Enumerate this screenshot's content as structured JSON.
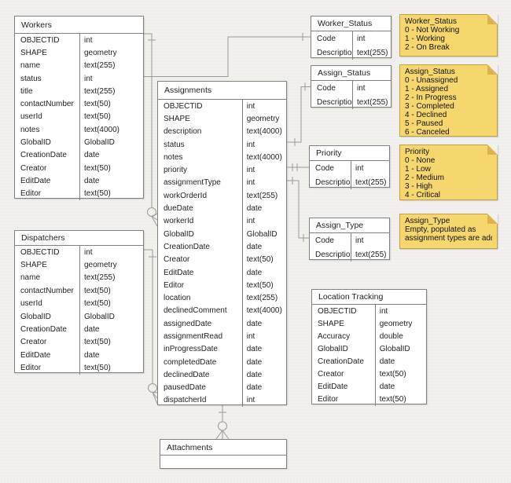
{
  "diagram": {
    "background_color": "#f1f0ed",
    "table_border_color": "#808080",
    "wire_color": "#9a9a9a",
    "note_fill_color": "#f5d76e",
    "entities": [
      {
        "id": "workers",
        "title": "Workers",
        "fields": [
          [
            "OBJECTID",
            "int"
          ],
          [
            "SHAPE",
            "geometry"
          ],
          [
            "name",
            "text(255)"
          ],
          [
            "status",
            "int"
          ],
          [
            "title",
            "text(255)"
          ],
          [
            "contactNumber",
            "text(50)"
          ],
          [
            "userId",
            "text(50)"
          ],
          [
            "notes",
            "text(4000)"
          ],
          [
            "GlobalID",
            "GlobalID"
          ],
          [
            "CreationDate",
            "date"
          ],
          [
            "Creator",
            "text(50)"
          ],
          [
            "EditDate",
            "date"
          ],
          [
            "Editor",
            "text(50)"
          ]
        ]
      },
      {
        "id": "dispatchers",
        "title": "Dispatchers",
        "fields": [
          [
            "OBJECTID",
            "int"
          ],
          [
            "SHAPE",
            "geometry"
          ],
          [
            "name",
            "text(255)"
          ],
          [
            "contactNumber",
            "text(50)"
          ],
          [
            "userId",
            "text(50)"
          ],
          [
            "GlobalID",
            "GlobalID"
          ],
          [
            "CreationDate",
            "date"
          ],
          [
            "Creator",
            "text(50)"
          ],
          [
            "EditDate",
            "date"
          ],
          [
            "Editor",
            "text(50)"
          ]
        ]
      },
      {
        "id": "assignments",
        "title": "Assignments",
        "fields": [
          [
            "OBJECTID",
            "int"
          ],
          [
            "SHAPE",
            "geometry"
          ],
          [
            "description",
            "text(4000)"
          ],
          [
            "status",
            "int"
          ],
          [
            "notes",
            "text(4000)"
          ],
          [
            "priority",
            "int"
          ],
          [
            "assignmentType",
            "int"
          ],
          [
            "workOrderId",
            "text(255)"
          ],
          [
            "dueDate",
            "date"
          ],
          [
            "workerId",
            "int"
          ],
          [
            "GlobalID",
            "GlobalID"
          ],
          [
            "CreationDate",
            "date"
          ],
          [
            "Creator",
            "text(50)"
          ],
          [
            "EditDate",
            "date"
          ],
          [
            "Editor",
            "text(50)"
          ],
          [
            "location",
            "text(255)"
          ],
          [
            "declinedComment",
            "text(4000)"
          ],
          [
            "assignedDate",
            "date"
          ],
          [
            "assignmentRead",
            "int"
          ],
          [
            "inProgressDate",
            "date"
          ],
          [
            "completedDate",
            "date"
          ],
          [
            "declinedDate",
            "date"
          ],
          [
            "pausedDate",
            "date"
          ],
          [
            "dispatcherId",
            "int"
          ]
        ]
      },
      {
        "id": "worker_status",
        "title": "Worker_Status",
        "fields": [
          [
            "Code",
            "int"
          ],
          [
            "Description",
            "text(255)"
          ]
        ]
      },
      {
        "id": "assign_status",
        "title": "Assign_Status",
        "fields": [
          [
            "Code",
            "int"
          ],
          [
            "Description",
            "text(255)"
          ]
        ]
      },
      {
        "id": "priority",
        "title": "Priority",
        "fields": [
          [
            "Code",
            "int"
          ],
          [
            "Description",
            "text(255)"
          ]
        ]
      },
      {
        "id": "assign_type",
        "title": "Assign_Type",
        "fields": [
          [
            "Code",
            "int"
          ],
          [
            "Description",
            "text(255)"
          ]
        ]
      },
      {
        "id": "location_tracking",
        "title": "Location Tracking",
        "fields": [
          [
            "OBJECTID",
            "int"
          ],
          [
            "SHAPE",
            "geometry"
          ],
          [
            "Accuracy",
            "double"
          ],
          [
            "GlobalID",
            "GlobalID"
          ],
          [
            "CreationDate",
            "date"
          ],
          [
            "Creator",
            "text(50)"
          ],
          [
            "EditDate",
            "date"
          ],
          [
            "Editor",
            "text(50)"
          ]
        ]
      },
      {
        "id": "attachments",
        "title": "Attachments",
        "fields": []
      }
    ],
    "notes": [
      {
        "id": "note_worker_status",
        "title": "Worker_Status",
        "lines": [
          "0 - Not Working",
          "1 - Working",
          "2 - On Break"
        ]
      },
      {
        "id": "note_assign_status",
        "title": "Assign_Status",
        "lines": [
          "0 - Unassigned",
          "1 - Assigned",
          "2 - In Progress",
          "3 - Completed",
          "4 - Declined",
          "5 - Paused",
          "6 - Canceled"
        ]
      },
      {
        "id": "note_priority",
        "title": "Priority",
        "lines": [
          "0 - None",
          "1 - Low",
          "2 - Medium",
          "3 - High",
          "4 - Critical"
        ]
      },
      {
        "id": "note_assign_type",
        "title": "Assign_Type",
        "lines": [
          "Empty, populated as",
          "assignment types are added"
        ]
      }
    ]
  }
}
